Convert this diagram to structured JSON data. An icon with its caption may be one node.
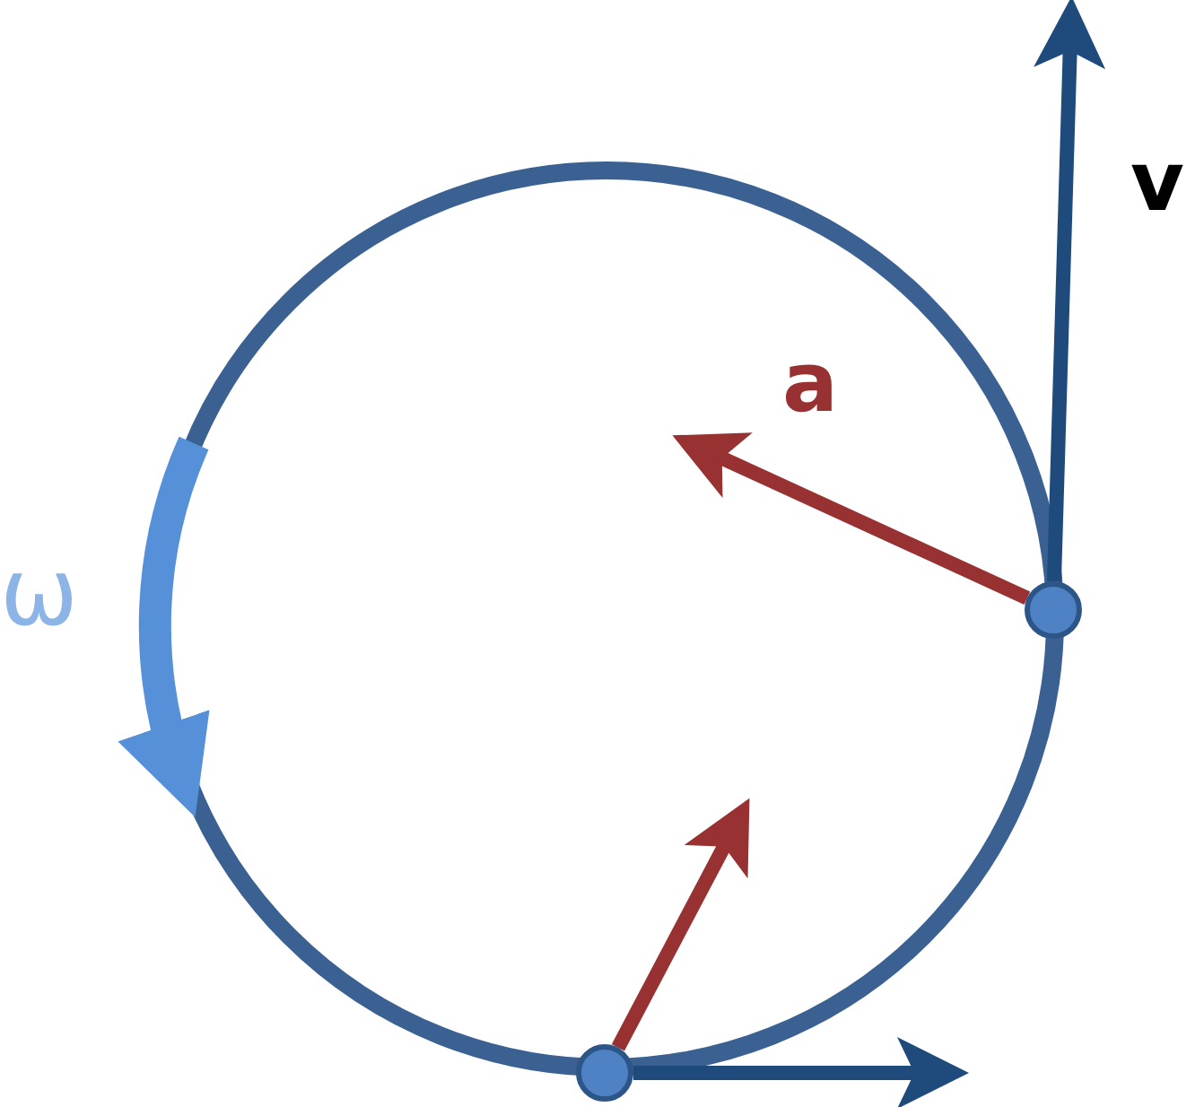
{
  "diagram": {
    "nodes": [
      {
        "text": [],
        "shape": "circle"
      },
      {
        "text": [],
        "shape": "circle"
      }
    ],
    "edges": [
      {
        "from": 0,
        "to": null,
        "arrow": "to",
        "label": "v",
        "color": "#1f4a7c"
      },
      {
        "from": 0,
        "to": null,
        "arrow": "to",
        "label": "a",
        "color": "#983232"
      },
      {
        "from": 1,
        "to": null,
        "arrow": "to",
        "color": "#1f4a7c"
      },
      {
        "from": 1,
        "to": null,
        "arrow": "to",
        "color": "#983232"
      }
    ],
    "labels": [
      "ω"
    ]
  }
}
